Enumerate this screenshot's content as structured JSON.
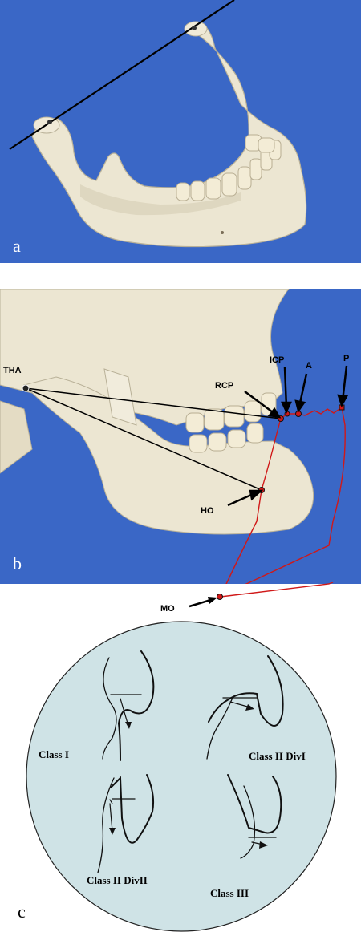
{
  "panels": {
    "a": {
      "letter": "a"
    },
    "b": {
      "letter": "b",
      "labels": {
        "tha": "THA",
        "rcp": "RCP",
        "icp": "ICP",
        "a": "A",
        "p": "P",
        "ho": "HO",
        "mo": "MO"
      }
    },
    "c": {
      "letter": "c",
      "classes": {
        "class1": "Class I",
        "class2d1": "Class II DivI",
        "class2d2": "Class II DivII",
        "class3": "Class III"
      }
    }
  },
  "colors": {
    "blue_background": "#3a67c6",
    "bone": "#ece6d2",
    "teeth": "#f3ecd6",
    "red_trace": "#d01818",
    "circle_fill": "#cfe3e6"
  }
}
